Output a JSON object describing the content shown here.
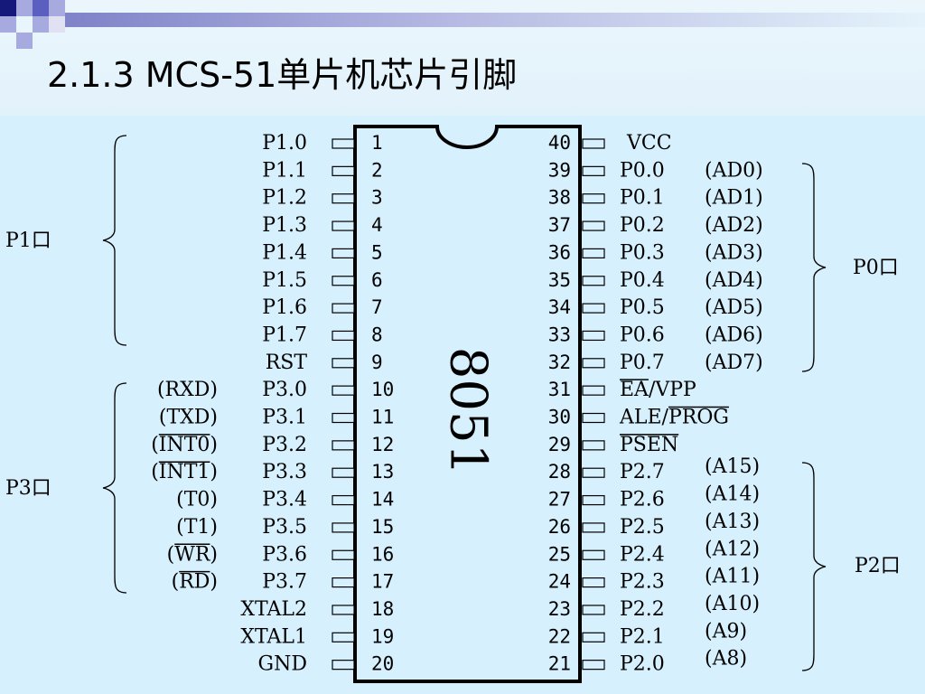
{
  "title": "2.1.3 MCS-51单片机芯片引脚",
  "chip_label": "8051",
  "colors": {
    "deco_dark": "#151a7a",
    "deco_mid": "#5b5fbf",
    "deco_light": "#a7aade",
    "header_bg": "#e4f3fb",
    "content_bg": "#d6f0fd"
  },
  "groups": {
    "p1": "P1口",
    "p3": "P3口",
    "p0": "P0口",
    "p2": "P2口"
  },
  "left_pins": [
    {
      "num": "1",
      "name": "P1.0",
      "alt": "",
      "over": ""
    },
    {
      "num": "2",
      "name": "P1.1",
      "alt": "",
      "over": ""
    },
    {
      "num": "3",
      "name": "P1.2",
      "alt": "",
      "over": ""
    },
    {
      "num": "4",
      "name": "P1.3",
      "alt": "",
      "over": ""
    },
    {
      "num": "5",
      "name": "P1.4",
      "alt": "",
      "over": ""
    },
    {
      "num": "6",
      "name": "P1.5",
      "alt": "",
      "over": ""
    },
    {
      "num": "7",
      "name": "P1.6",
      "alt": "",
      "over": ""
    },
    {
      "num": "8",
      "name": "P1.7",
      "alt": "",
      "over": ""
    },
    {
      "num": "9",
      "name": "RST",
      "alt": "",
      "over": ""
    },
    {
      "num": "10",
      "name": "P3.0",
      "alt": "(RXD)",
      "over": ""
    },
    {
      "num": "11",
      "name": "P3.1",
      "alt": "(TXD)",
      "over": ""
    },
    {
      "num": "12",
      "name": "P3.2",
      "alt": "(INT0)",
      "over": "INT0"
    },
    {
      "num": "13",
      "name": "P3.3",
      "alt": "(INT1)",
      "over": "INT1"
    },
    {
      "num": "14",
      "name": "P3.4",
      "alt": "(T0)",
      "over": ""
    },
    {
      "num": "15",
      "name": "P3.5",
      "alt": "(T1)",
      "over": ""
    },
    {
      "num": "16",
      "name": "P3.6",
      "alt": "(WR)",
      "over": "WR"
    },
    {
      "num": "17",
      "name": "P3.7",
      "alt": "(RD)",
      "over": "RD"
    },
    {
      "num": "18",
      "name": "XTAL2",
      "alt": "",
      "over": ""
    },
    {
      "num": "19",
      "name": "XTAL1",
      "alt": "",
      "over": ""
    },
    {
      "num": "20",
      "name": "GND",
      "alt": "",
      "over": ""
    }
  ],
  "right_pins": [
    {
      "num": "40",
      "name": "VCC",
      "alt": "",
      "over": ""
    },
    {
      "num": "39",
      "name": "P0.0",
      "alt": "(AD0)",
      "over": ""
    },
    {
      "num": "38",
      "name": "P0.1",
      "alt": "(AD1)",
      "over": ""
    },
    {
      "num": "37",
      "name": "P0.2",
      "alt": "(AD2)",
      "over": ""
    },
    {
      "num": "36",
      "name": "P0.3",
      "alt": "(AD3)",
      "over": ""
    },
    {
      "num": "35",
      "name": "P0.4",
      "alt": "(AD4)",
      "over": ""
    },
    {
      "num": "34",
      "name": "P0.5",
      "alt": "(AD5)",
      "over": ""
    },
    {
      "num": "33",
      "name": "P0.6",
      "alt": "(AD6)",
      "over": ""
    },
    {
      "num": "32",
      "name": "P0.7",
      "alt": "(AD7)",
      "over": ""
    },
    {
      "num": "31",
      "name": "EA/VPP",
      "alt": "",
      "over": "EA"
    },
    {
      "num": "30",
      "name": "ALE/PROG",
      "alt": "",
      "over": "PROG"
    },
    {
      "num": "29",
      "name": "PSEN",
      "alt": "",
      "over": "PSEN"
    },
    {
      "num": "28",
      "name": "P2.7",
      "alt": "(A15)",
      "over": ""
    },
    {
      "num": "27",
      "name": "P2.6",
      "alt": "(A14)",
      "over": ""
    },
    {
      "num": "26",
      "name": "P2.5",
      "alt": "(A13)",
      "over": ""
    },
    {
      "num": "25",
      "name": "P2.4",
      "alt": "(A12)",
      "over": ""
    },
    {
      "num": "24",
      "name": "P2.3",
      "alt": "(A11)",
      "over": ""
    },
    {
      "num": "23",
      "name": "P2.2",
      "alt": "(A10)",
      "over": ""
    },
    {
      "num": "22",
      "name": "P2.1",
      "alt": "(A9)",
      "over": ""
    },
    {
      "num": "21",
      "name": "P2.0",
      "alt": "(A8)",
      "over": ""
    }
  ]
}
